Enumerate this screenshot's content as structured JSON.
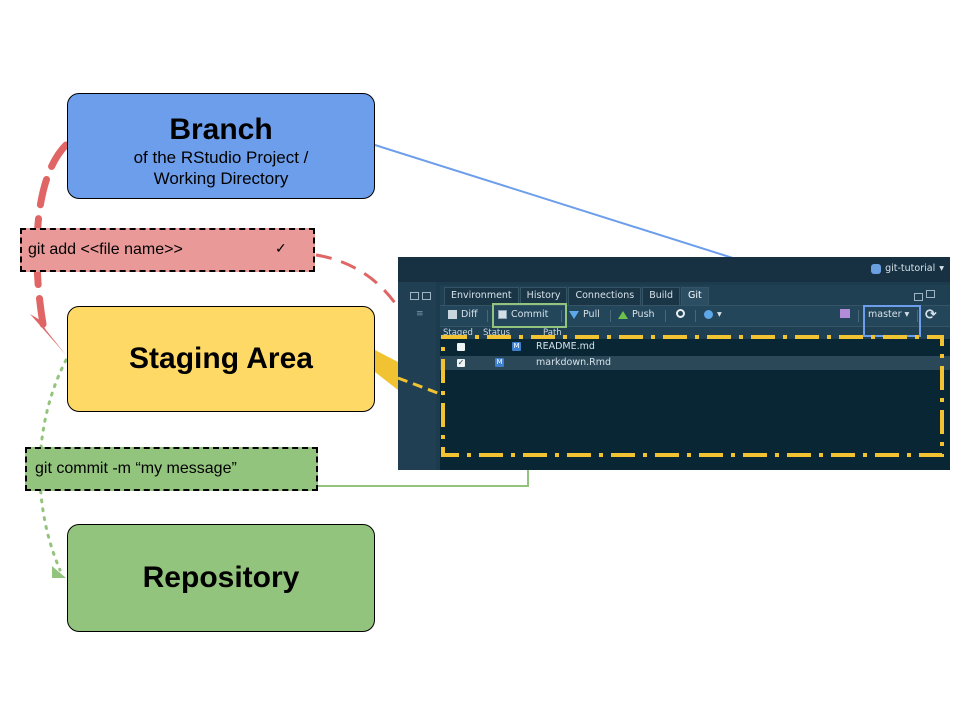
{
  "diagram": {
    "branch_box": {
      "title": "Branch",
      "subtitle_line1": "of the RStudio Project /",
      "subtitle_line2": "Working Directory"
    },
    "staging_box": {
      "title": "Staging Area"
    },
    "repository_box": {
      "title": "Repository"
    },
    "git_add_label": {
      "text": "git add <<file name>>",
      "check": "✓"
    },
    "git_commit_label": {
      "text": "git commit -m “my message”"
    }
  },
  "colors": {
    "branch": "#6d9eeb",
    "staging": "#ffd966",
    "repository": "#93c47d",
    "git_add": "#ea9999",
    "git_commit": "#93c47d",
    "highlight_blue": "#6d9eeb",
    "highlight_green": "#93c47d",
    "highlight_yellow": "#f1c232"
  },
  "rstudio": {
    "project_name": "git-tutorial",
    "project_caret": "▾",
    "tabs": [
      {
        "label": "Environment",
        "active": false
      },
      {
        "label": "History",
        "active": false
      },
      {
        "label": "Connections",
        "active": false
      },
      {
        "label": "Build",
        "active": false
      },
      {
        "label": "Git",
        "active": true
      }
    ],
    "toolbar": {
      "diff": "Diff",
      "commit": "Commit",
      "pull": "Pull",
      "push": "Push",
      "gear_caret": "▾",
      "branch": "master ▾"
    },
    "columns": {
      "staged": "Staged",
      "status": "Status",
      "path": "Path"
    },
    "files": [
      {
        "name": "README.md",
        "status": "M",
        "staged": false
      },
      {
        "name": "markdown.Rmd",
        "status": "M",
        "staged": true
      }
    ]
  }
}
